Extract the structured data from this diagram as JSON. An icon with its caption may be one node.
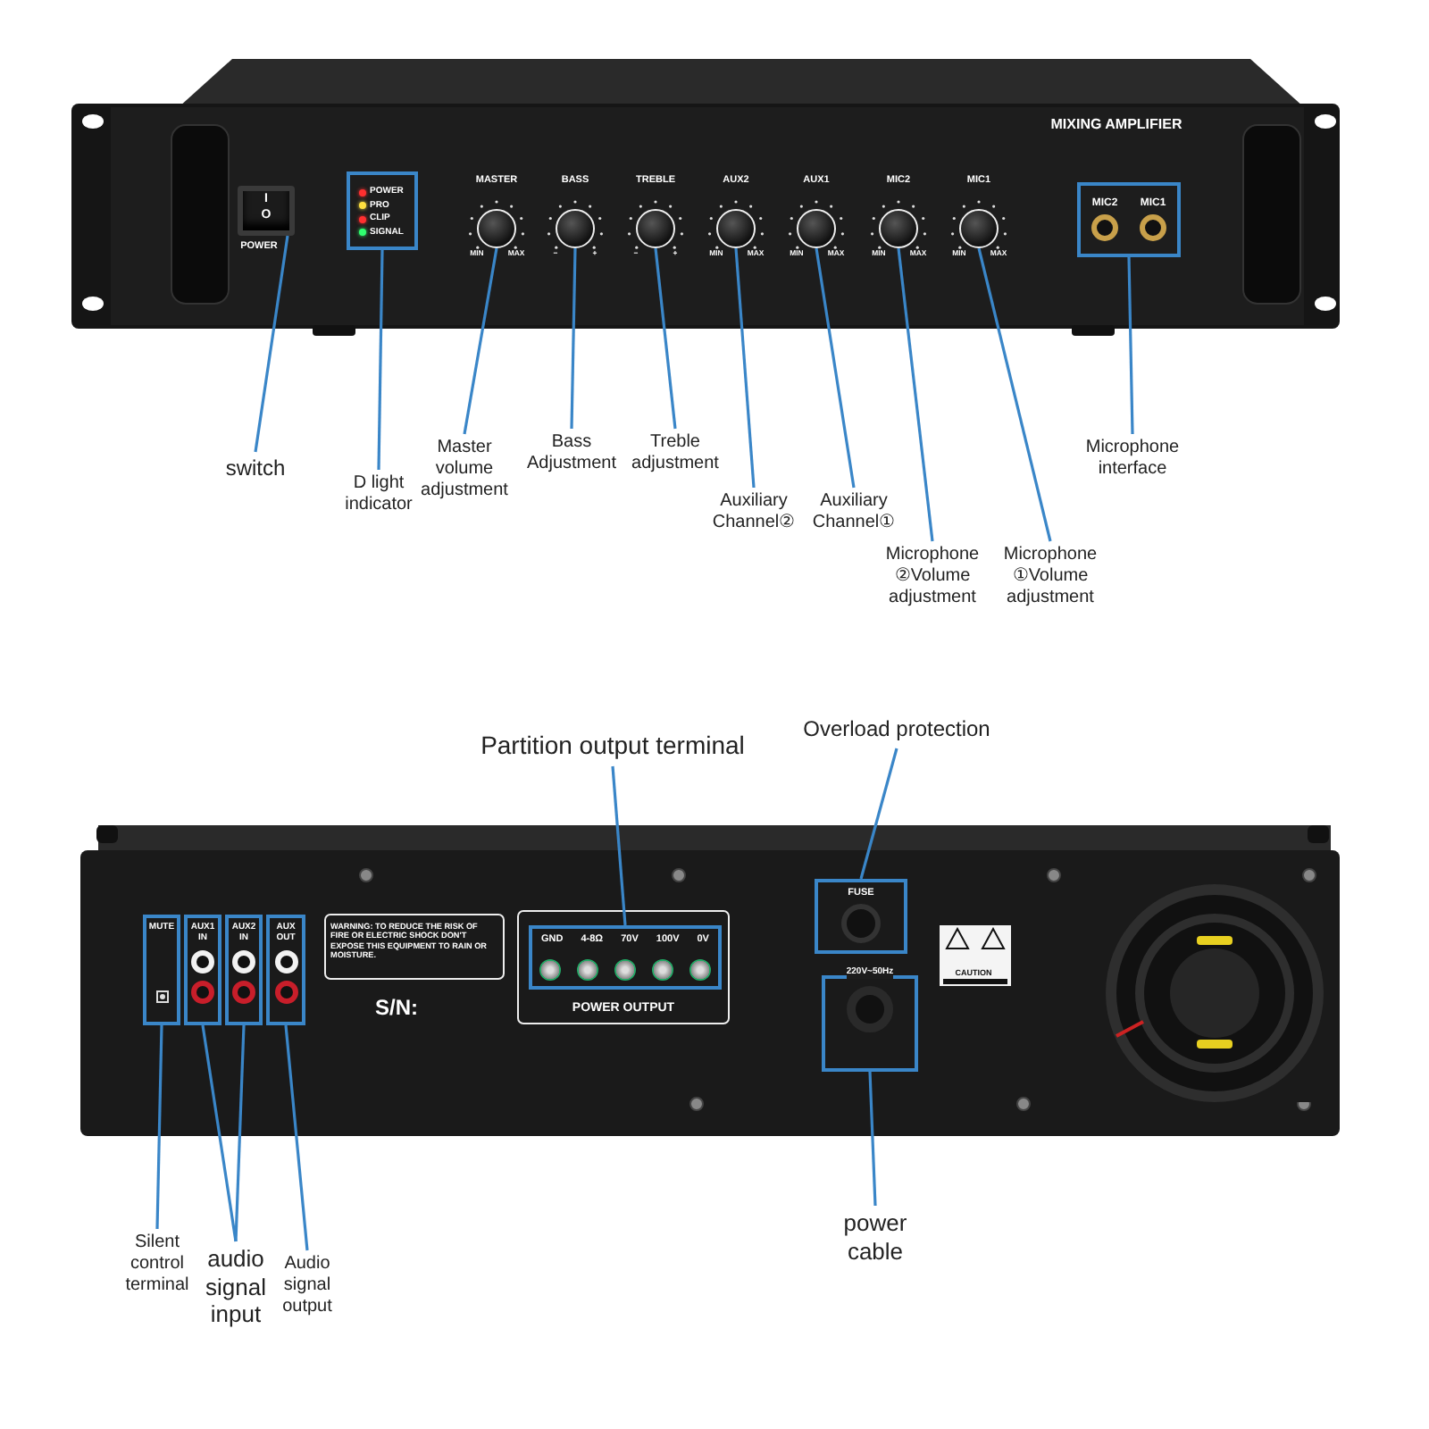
{
  "diagram": {
    "nodes": [
      {
        "text": [
          "I",
          "O"
        ],
        "beside": [
          "POWER"
        ]
      },
      {
        "text": [
          "POWER",
          "PRO",
          "CLIP",
          "SIGNAL"
        ]
      },
      {
        "text": [],
        "shape": "circle",
        "beside": [
          "MASTER",
          "MIN",
          "MAX"
        ]
      },
      {
        "text": [],
        "shape": "circle",
        "beside": [
          "BASS",
          "−",
          "+"
        ]
      },
      {
        "text": [],
        "shape": "circle",
        "beside": [
          "TREBLE",
          "−",
          "+"
        ]
      },
      {
        "text": [],
        "shape": "circle",
        "beside": [
          "AUX2",
          "MIN",
          "MAX"
        ]
      },
      {
        "text": [],
        "shape": "circle",
        "beside": [
          "AUX1",
          "MIN",
          "MAX"
        ]
      },
      {
        "text": [],
        "shape": "circle",
        "beside": [
          "MIC2",
          "MIN",
          "MAX"
        ]
      },
      {
        "text": [],
        "shape": "circle",
        "beside": [
          "MIC1",
          "MIN",
          "MAX"
        ]
      },
      {
        "text": [
          "MIC2",
          "MIC1"
        ]
      },
      {
        "text": [
          "switch"
        ]
      },
      {
        "text": [
          "D light indicator"
        ]
      },
      {
        "text": [
          "Master volume adjustment"
        ]
      },
      {
        "text": [
          "Bass Adjustment"
        ]
      },
      {
        "text": [
          "Treble adjustment"
        ]
      },
      {
        "text": [
          "Auxiliary Channel②"
        ]
      },
      {
        "text": [
          "Auxiliary Channel①"
        ]
      },
      {
        "text": [
          "Microphone ②Volume adjustment"
        ]
      },
      {
        "text": [
          "Microphone ①Volume adjustment"
        ]
      },
      {
        "text": [
          "Microphone interface"
        ]
      },
      {
        "text": [
          "Partition output terminal"
        ]
      },
      {
        "text": [
          "Overload protection"
        ]
      },
      {
        "text": [
          "MUTE"
        ]
      },
      {
        "text": [
          "AUX1 IN"
        ]
      },
      {
        "text": [
          "AUX2 IN"
        ]
      },
      {
        "text": [
          "AUX OUT"
        ]
      },
      {
        "text": [
          "GND",
          "4-8Ω",
          "70V",
          "100V",
          "0V"
        ]
      },
      {
        "text": [
          "FUSE"
        ]
      },
      {
        "text": [
          "220V~50Hz"
        ]
      },
      {
        "text": [
          "Silent control terminal"
        ]
      },
      {
        "text": [
          "audio signal input"
        ]
      },
      {
        "text": [
          "Audio signal output"
        ]
      },
      {
        "text": [
          "power cable"
        ]
      }
    ],
    "edges": [
      {
        "from": 10,
        "to": 0,
        "arrow": "none"
      },
      {
        "from": 11,
        "to": 1,
        "arrow": "none"
      },
      {
        "from": 12,
        "to": 2,
        "arrow": "none"
      },
      {
        "from": 13,
        "to": 3,
        "arrow": "none"
      },
      {
        "from": 14,
        "to": 4,
        "arrow": "none"
      },
      {
        "from": 15,
        "to": 5,
        "arrow": "none"
      },
      {
        "from": 16,
        "to": 6,
        "arrow": "none"
      },
      {
        "from": 17,
        "to": 7,
        "arrow": "none"
      },
      {
        "from": 18,
        "to": 8,
        "arrow": "none"
      },
      {
        "from": 19,
        "to": 9,
        "arrow": "none"
      },
      {
        "from": 20,
        "to": 26,
        "arrow": "none"
      },
      {
        "from": 21,
        "to": 27,
        "arrow": "none"
      },
      {
        "from": 29,
        "to": 22,
        "arrow": "none"
      },
      {
        "from": 30,
        "to": 23,
        "arrow": "none"
      },
      {
        "from": 30,
        "to": 24,
        "arrow": "none"
      },
      {
        "from": 31,
        "to": 25,
        "arrow": "none"
      },
      {
        "from": 32,
        "to": 28,
        "arrow": "none"
      }
    ],
    "labels": [
      "MIXING AMPLIFIER",
      "**WARNING:** TO REDUCE THE RISK OF FIRE OR ELECTRIC SHOCK DON'T EXPOSE THIS EQUIPMENT TO RAIN OR MOISTURE.",
      "S/N:",
      "POWER OUTPUT",
      "CAUTION"
    ]
  }
}
